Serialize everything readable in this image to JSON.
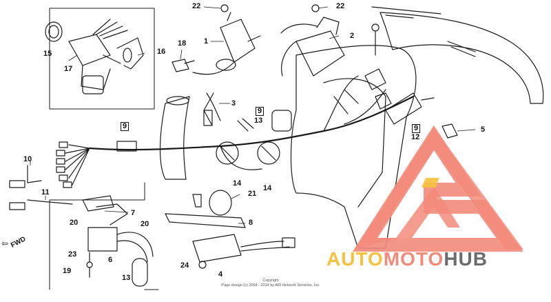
{
  "diagram": {
    "callouts": {
      "n1": "1",
      "n2": "2",
      "n3": "3",
      "n4": "4",
      "n5": "5",
      "n6": "6",
      "n7": "7",
      "n8": "8",
      "n9a": "9",
      "n9b": "9",
      "n9c": "9",
      "n10": "10",
      "n11": "11",
      "n12": "12",
      "n13a": "13",
      "n13b": "13",
      "n14a": "14",
      "n14b": "14",
      "n15": "15",
      "n16": "16",
      "n17": "17",
      "n18": "18",
      "n19": "19",
      "n20a": "20",
      "n20b": "20",
      "n21": "21",
      "n22a": "22",
      "n22b": "22",
      "n23": "23",
      "n24": "24"
    },
    "fwd_label": "FWD",
    "copyright_line1": "Copyright",
    "copyright_line2": "Page design (c) 2004 - 2014 by ARI Network Services, Inc."
  },
  "watermark": {
    "part1": "AUTO",
    "part2": "MOTO",
    "part3": "HUB",
    "colors": {
      "yellow": "#f6c23e",
      "salmon": "#f28b7a",
      "gray": "#6b6b6b"
    }
  }
}
